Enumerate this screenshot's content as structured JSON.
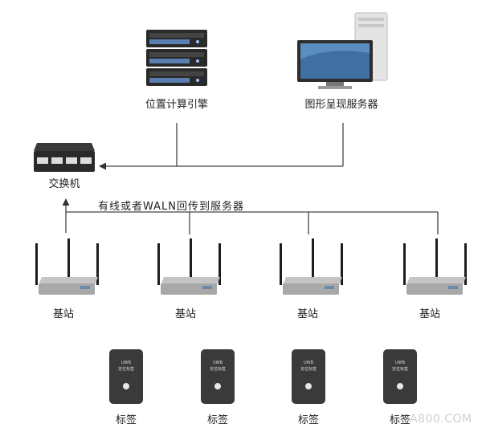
{
  "nodes": {
    "location_engine": "位置计算引擎",
    "graphics_server": "图形呈现服务器",
    "switch": "交换机",
    "base_stations": [
      "基站",
      "基站",
      "基站",
      "基站"
    ],
    "tags": [
      "标签",
      "标签",
      "标签",
      "标签"
    ]
  },
  "bus_label": "有线或者WALN回传到服务器",
  "tag_face": {
    "line1": "UWB",
    "line2": "定位标签"
  },
  "watermark": "A800.COM"
}
